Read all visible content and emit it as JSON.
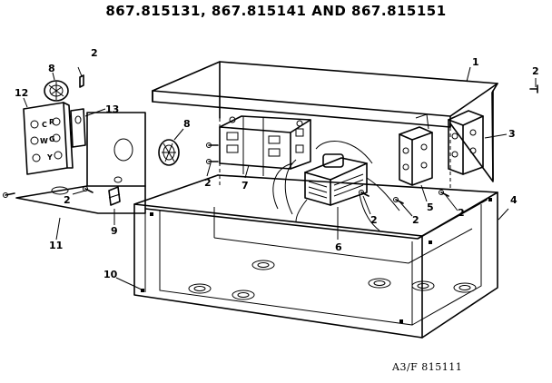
{
  "title": "867.815131, 867.815141 AND 867.815151",
  "drawing_code": "A3/F 815111",
  "callouts": {
    "c1": "1",
    "c2a": "2",
    "c2b": "2",
    "c2c": "2",
    "c2d": "2",
    "c2e": "2",
    "c2f": "2",
    "c2g": "2",
    "c3": "3",
    "c4": "4",
    "c5": "5",
    "c6": "6",
    "c7": "7",
    "c8a": "8",
    "c8b": "8",
    "c9": "9",
    "c10": "10",
    "c11": "11",
    "c12": "12",
    "c13": "13"
  },
  "terminal_labels": {
    "t_c": "C",
    "t_r": "R",
    "t_w": "W",
    "t_g": "G",
    "t_y": "Y"
  }
}
